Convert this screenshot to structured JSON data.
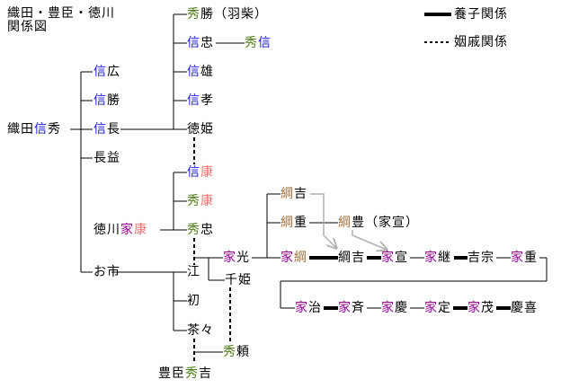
{
  "title": {
    "line1": "織田・豊臣・徳川",
    "line2": "関係図"
  },
  "colors": {
    "nobu": "#1a1ae6",
    "hide": "#4a7a14",
    "ie": "#990099",
    "yasu": "#f07070",
    "tsuna": "#a0703c",
    "adopt_arrow": "#b0b0b0",
    "text": "#000000"
  },
  "legend": {
    "adoption": "養子関係",
    "marriage": "姻戚関係"
  },
  "nodes": {
    "oda_nobuhide": [
      {
        "t": "織田",
        "c": "text"
      },
      {
        "t": "信",
        "c": "nobu"
      },
      {
        "t": "秀",
        "c": "text"
      }
    ],
    "nobuhiro": [
      {
        "t": "信",
        "c": "nobu"
      },
      {
        "t": "広",
        "c": "text"
      }
    ],
    "nobukatsu_b": [
      {
        "t": "信",
        "c": "nobu"
      },
      {
        "t": "勝",
        "c": "text"
      }
    ],
    "nobunaga": [
      {
        "t": "信",
        "c": "nobu"
      },
      {
        "t": "長",
        "c": "text"
      }
    ],
    "nagamasu": [
      {
        "t": "長益",
        "c": "text"
      }
    ],
    "oichi": [
      {
        "t": "お市",
        "c": "text"
      }
    ],
    "hidekatsu": [
      {
        "t": "秀",
        "c": "hide"
      },
      {
        "t": "勝（羽柴）",
        "c": "text"
      }
    ],
    "nobutada": [
      {
        "t": "信",
        "c": "nobu"
      },
      {
        "t": "忠",
        "c": "text"
      }
    ],
    "hidenobu": [
      {
        "t": "秀",
        "c": "hide"
      },
      {
        "t": "信",
        "c": "nobu"
      }
    ],
    "nobukatsu": [
      {
        "t": "信",
        "c": "nobu"
      },
      {
        "t": "雄",
        "c": "text"
      }
    ],
    "nobutaka": [
      {
        "t": "信",
        "c": "nobu"
      },
      {
        "t": "孝",
        "c": "text"
      }
    ],
    "tokuhime": [
      {
        "t": "徳姫",
        "c": "text"
      }
    ],
    "nobuyasu": [
      {
        "t": "信",
        "c": "nobu"
      },
      {
        "t": "康",
        "c": "yasu"
      }
    ],
    "hideyasu": [
      {
        "t": "秀",
        "c": "hide"
      },
      {
        "t": "康",
        "c": "yasu"
      }
    ],
    "tokugawa_ieyasu": [
      {
        "t": "徳川",
        "c": "text"
      },
      {
        "t": "家",
        "c": "ie"
      },
      {
        "t": "康",
        "c": "yasu"
      }
    ],
    "hidetada": [
      {
        "t": "秀",
        "c": "hide"
      },
      {
        "t": "忠",
        "c": "text"
      }
    ],
    "go": [
      {
        "t": "江",
        "c": "text"
      }
    ],
    "hatsu": [
      {
        "t": "初",
        "c": "text"
      }
    ],
    "chacha": [
      {
        "t": "茶々",
        "c": "text"
      }
    ],
    "iemitsu": [
      {
        "t": "家",
        "c": "ie"
      },
      {
        "t": "光",
        "c": "text"
      }
    ],
    "senhime": [
      {
        "t": "千姫",
        "c": "text"
      }
    ],
    "hideyori": [
      {
        "t": "秀",
        "c": "hide"
      },
      {
        "t": "頼",
        "c": "text"
      }
    ],
    "toyotomi_hideyoshi": [
      {
        "t": "豊臣",
        "c": "text"
      },
      {
        "t": "秀",
        "c": "hide"
      },
      {
        "t": "吉",
        "c": "text"
      }
    ],
    "tsunayoshi_a": [
      {
        "t": "綱",
        "c": "tsuna"
      },
      {
        "t": "吉",
        "c": "text"
      }
    ],
    "tsunashige": [
      {
        "t": "綱",
        "c": "tsuna"
      },
      {
        "t": "重",
        "c": "text"
      }
    ],
    "tsunatoyo": [
      {
        "t": "綱",
        "c": "tsuna"
      },
      {
        "t": "豊（家宣）",
        "c": "text"
      }
    ],
    "ietsuna": [
      {
        "t": "家",
        "c": "ie"
      },
      {
        "t": "綱",
        "c": "tsuna"
      }
    ],
    "tsunayoshi_b": [
      {
        "t": "綱吉",
        "c": "text"
      }
    ],
    "ienobu": [
      {
        "t": "家",
        "c": "ie"
      },
      {
        "t": "宣",
        "c": "text"
      }
    ],
    "ietsugu": [
      {
        "t": "家",
        "c": "ie"
      },
      {
        "t": "継",
        "c": "text"
      }
    ],
    "yoshimune": [
      {
        "t": "吉宗",
        "c": "text"
      }
    ],
    "ieshige": [
      {
        "t": "家",
        "c": "ie"
      },
      {
        "t": "重",
        "c": "text"
      }
    ],
    "ieharu": [
      {
        "t": "家",
        "c": "ie"
      },
      {
        "t": "治",
        "c": "text"
      }
    ],
    "ienari": [
      {
        "t": "家",
        "c": "ie"
      },
      {
        "t": "斉",
        "c": "text"
      }
    ],
    "ieyoshi": [
      {
        "t": "家",
        "c": "ie"
      },
      {
        "t": "慶",
        "c": "text"
      }
    ],
    "iesada": [
      {
        "t": "家",
        "c": "ie"
      },
      {
        "t": "定",
        "c": "text"
      }
    ],
    "iemochi": [
      {
        "t": "家",
        "c": "ie"
      },
      {
        "t": "茂",
        "c": "text"
      }
    ],
    "yoshinobu": [
      {
        "t": "慶喜",
        "c": "text"
      }
    ]
  }
}
